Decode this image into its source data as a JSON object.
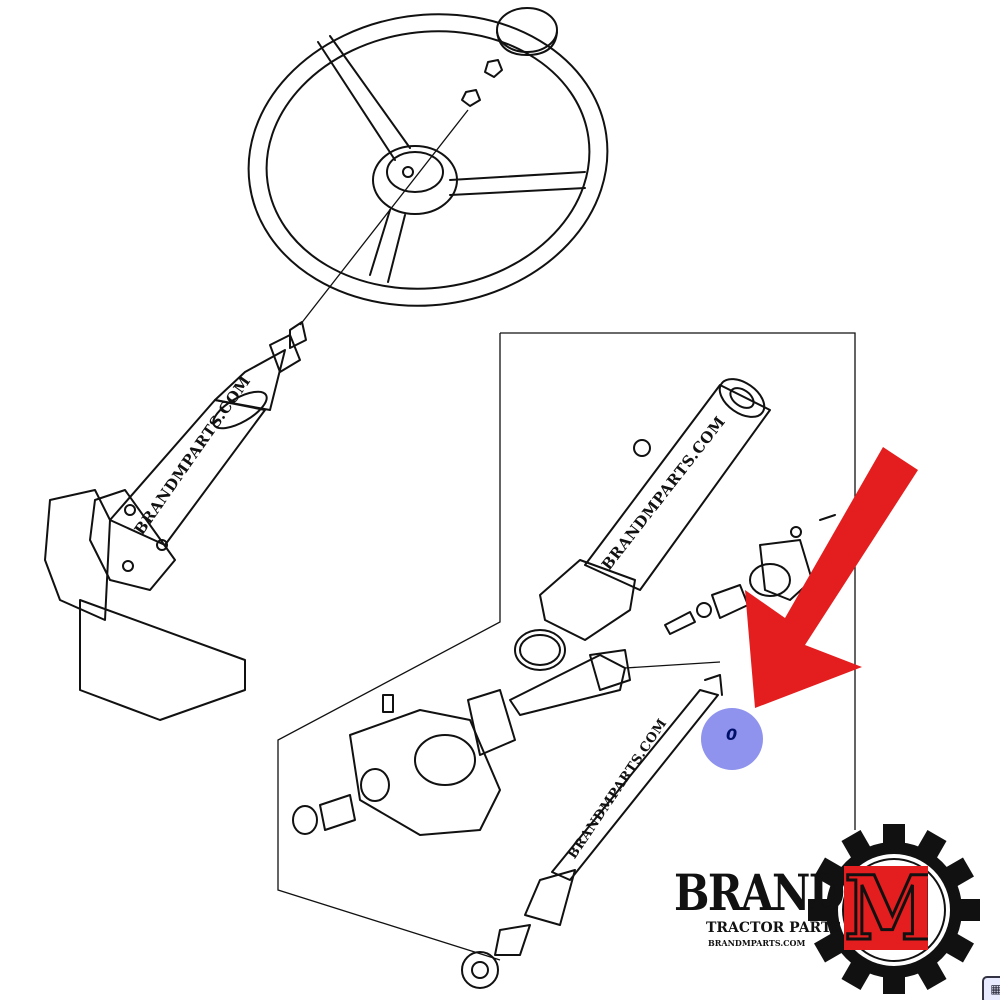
{
  "diagram": {
    "watermarks": [
      "BRANDMPARTS.COM",
      "BRANDMPARTS.COM",
      "BRANDMPARTS.COM"
    ],
    "arrow_color": "#e41e1e"
  },
  "marker": {
    "glyph": "0",
    "color": "#8f93ee"
  },
  "logo": {
    "brand": "BRAND",
    "letter": "M",
    "tagline": "TRACTOR PARTS",
    "url": "BRANDMPARTS.COM",
    "accent": "#e41e1e"
  },
  "corner_widget": {
    "icon": "grid-icon"
  }
}
